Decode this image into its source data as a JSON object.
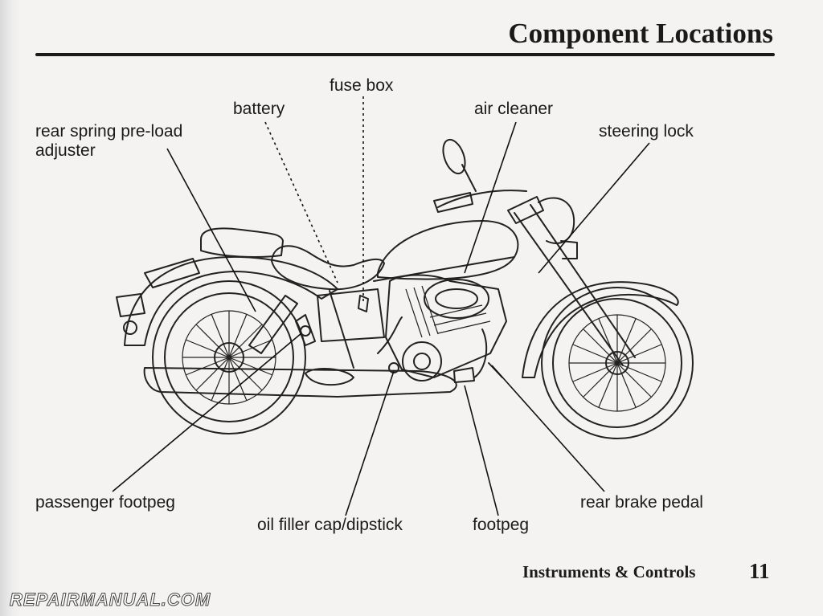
{
  "header": {
    "title": "Component Locations"
  },
  "callouts": {
    "fuse_box": "fuse box",
    "battery": "battery",
    "air_cleaner": "air cleaner",
    "rear_spring_line1": "rear spring pre-load",
    "rear_spring_line2": "adjuster",
    "steering_lock": "steering lock",
    "passenger_footpeg": "passenger footpeg",
    "oil_filler": "oil filler cap/dipstick",
    "footpeg": "footpeg",
    "rear_brake_pedal": "rear brake pedal"
  },
  "footer": {
    "section": "Instruments & Controls",
    "page_number": "11"
  },
  "watermark": "REPAIRMANUAL.COM"
}
